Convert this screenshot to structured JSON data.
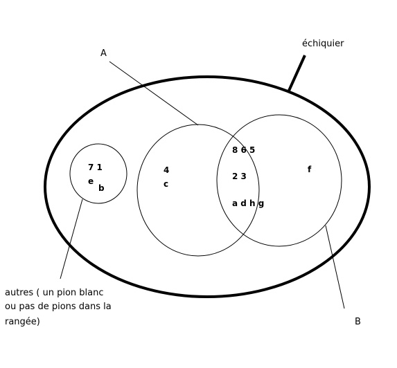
{
  "labels": {
    "echiquier": "échiquier",
    "A": "A",
    "B": "B",
    "others_line1": "autres ( un pion blanc",
    "others_line2": "ou pas de pions dans la",
    "others_line3": "rangée)"
  },
  "elements": {
    "small_row1": "7 1",
    "small_e": "e",
    "small_b": "b",
    "a_only_num": "4",
    "a_only_letter": "c",
    "intersection_row1": "8 6 5",
    "intersection_row2": "2 3",
    "intersection_row3": "a d h g",
    "b_only": "f"
  }
}
